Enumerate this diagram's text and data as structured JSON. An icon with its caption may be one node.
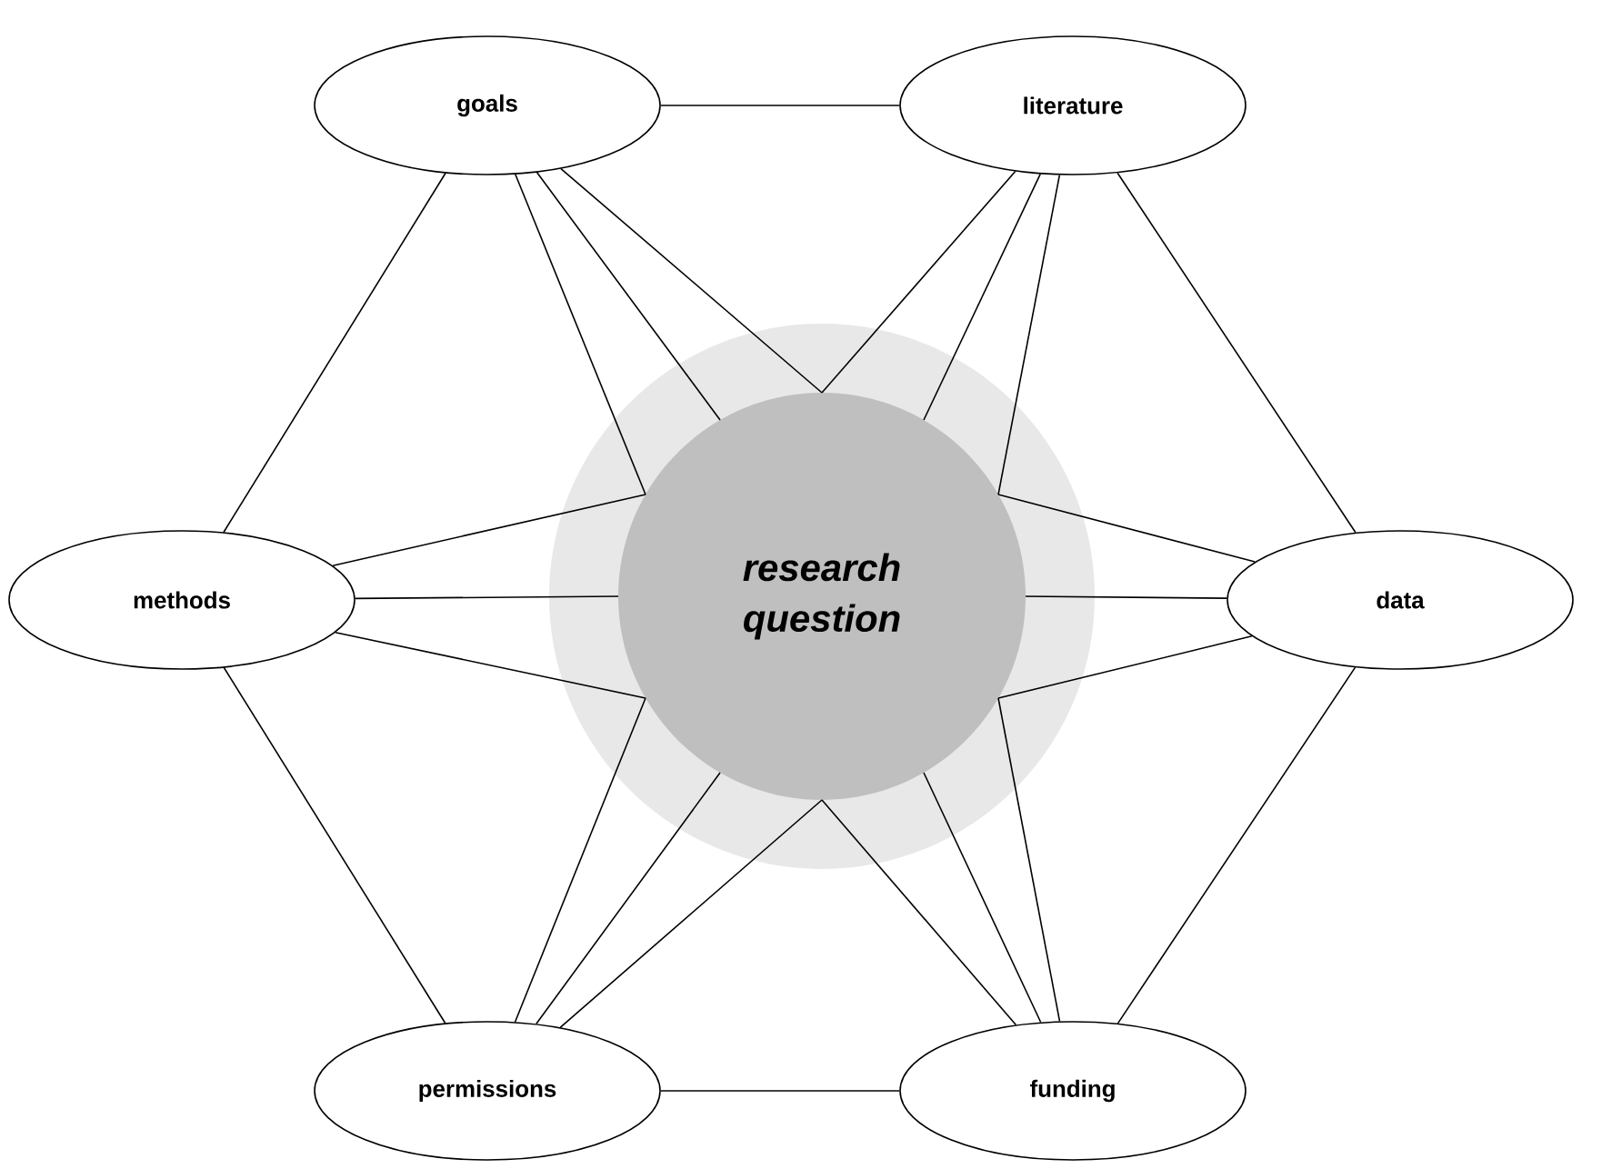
{
  "diagram": {
    "nodes": [
      {
        "text": [
          "goals"
        ]
      },
      {
        "text": [
          "literature"
        ]
      },
      {
        "text": [
          "methods"
        ]
      },
      {
        "text": [
          "research question"
        ]
      },
      {
        "text": [
          "data"
        ]
      },
      {
        "text": [
          "permissions"
        ]
      },
      {
        "text": [
          "funding"
        ]
      }
    ],
    "edges": [
      {
        "from": 0,
        "to": 1,
        "arrow": "none"
      },
      {
        "from": 0,
        "to": 2,
        "arrow": "none"
      },
      {
        "from": 1,
        "to": 4,
        "arrow": "none"
      },
      {
        "from": 2,
        "to": 5,
        "arrow": "none"
      },
      {
        "from": 4,
        "to": 6,
        "arrow": "none"
      },
      {
        "from": 5,
        "to": 6,
        "arrow": "none"
      },
      {
        "from": 0,
        "to": 3,
        "arrow": "none"
      },
      {
        "from": 0,
        "to": 3,
        "arrow": "none"
      },
      {
        "from": 0,
        "to": 3,
        "arrow": "none"
      },
      {
        "from": 1,
        "to": 3,
        "arrow": "none"
      },
      {
        "from": 1,
        "to": 3,
        "arrow": "none"
      },
      {
        "from": 1,
        "to": 3,
        "arrow": "none"
      },
      {
        "from": 2,
        "to": 3,
        "arrow": "none"
      },
      {
        "from": 2,
        "to": 3,
        "arrow": "none"
      },
      {
        "from": 2,
        "to": 3,
        "arrow": "none"
      },
      {
        "from": 4,
        "to": 3,
        "arrow": "none"
      },
      {
        "from": 4,
        "to": 3,
        "arrow": "none"
      },
      {
        "from": 4,
        "to": 3,
        "arrow": "none"
      },
      {
        "from": 5,
        "to": 3,
        "arrow": "none"
      },
      {
        "from": 5,
        "to": 3,
        "arrow": "none"
      },
      {
        "from": 5,
        "to": 3,
        "arrow": "none"
      },
      {
        "from": 6,
        "to": 3,
        "arrow": "none"
      },
      {
        "from": 6,
        "to": 3,
        "arrow": "none"
      },
      {
        "from": 6,
        "to": 3,
        "arrow": "none"
      }
    ]
  }
}
